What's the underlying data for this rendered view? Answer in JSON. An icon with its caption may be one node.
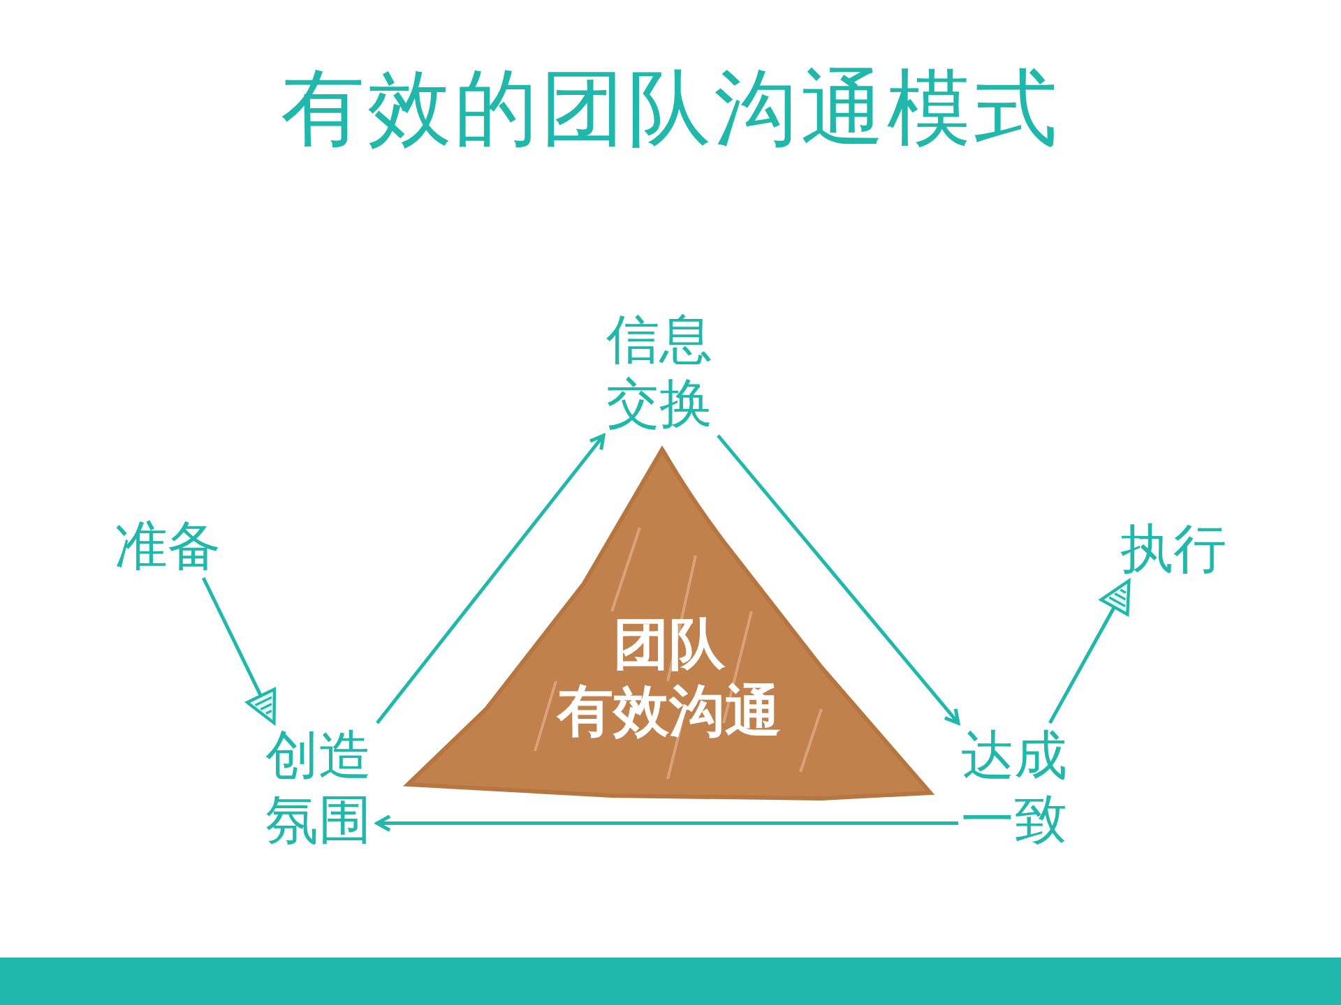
{
  "diagram": {
    "title": "有效的团队沟通模式",
    "nodes": [
      {
        "text": [
          "准备"
        ]
      },
      {
        "text": [
          "创造氛围"
        ]
      },
      {
        "text": [
          "信息交换"
        ]
      },
      {
        "text": [
          "达成一致"
        ]
      },
      {
        "text": [
          "执行"
        ]
      },
      {
        "text": [
          "团队",
          "有效沟通"
        ]
      }
    ],
    "edges": [
      {
        "from": 0,
        "to": 1,
        "arrow": "to"
      },
      {
        "from": 1,
        "to": 2,
        "arrow": "to"
      },
      {
        "from": 2,
        "to": 3,
        "arrow": "to"
      },
      {
        "from": 3,
        "to": 1,
        "arrow": "to"
      },
      {
        "from": 3,
        "to": 4,
        "arrow": "to"
      }
    ]
  }
}
